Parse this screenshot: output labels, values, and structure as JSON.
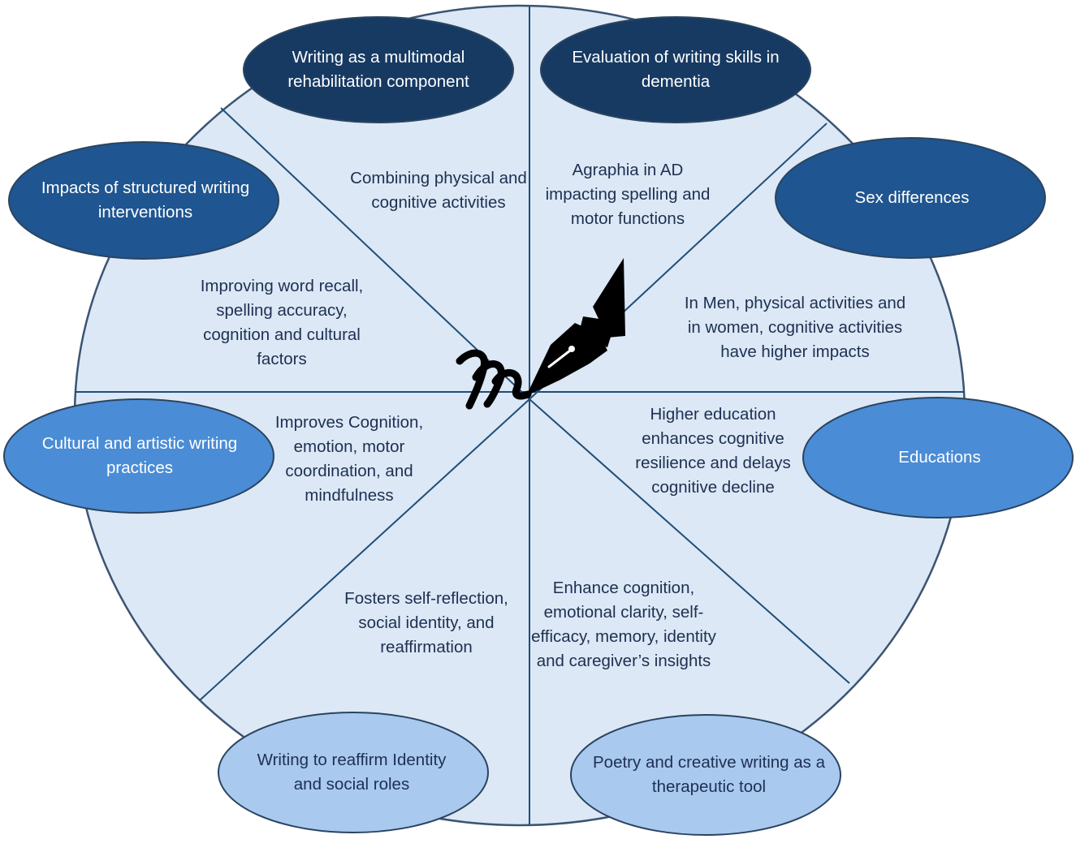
{
  "colors": {
    "circle_fill": "#dce8f5",
    "circle_stroke": "#3b5473",
    "divider_line": "#1f4e79",
    "text_dark": "#1e2f52",
    "text_light": "#ffffff",
    "ellipse_darkest": "#173a63",
    "ellipse_dark": "#1f5590",
    "ellipse_medium": "#4a8cd6",
    "ellipse_light": "#a9c9ef"
  },
  "center_icon": "fountain-pen-signature-icon",
  "themes": [
    {
      "label": "Writing as a multimodal rehabilitation component",
      "finding": "Combining physical and cognitive activities",
      "color": "#173a63"
    },
    {
      "label": "Evaluation of writing skills in dementia",
      "finding": "Agraphia in AD impacting spelling and motor functions",
      "color": "#173a63"
    },
    {
      "label": "Sex differences",
      "finding": "In Men, physical activities and in women, cognitive activities have higher impacts",
      "color": "#1f5590"
    },
    {
      "label": "Educations",
      "finding": "Higher education enhances cognitive resilience and delays cognitive decline",
      "color": "#4a8cd6"
    },
    {
      "label": "Poetry and creative writing as a therapeutic tool",
      "finding": "Enhance cognition, emotional clarity, self-efficacy, memory, identity and caregiver’s insights",
      "color": "#a9c9ef"
    },
    {
      "label": "Writing to reaffirm Identity and social roles",
      "finding": "Fosters self-reflection, social identity, and reaffirmation",
      "color": "#a9c9ef"
    },
    {
      "label": "Cultural and artistic writing practices",
      "finding": "Improves Cognition, emotion, motor coordination, and mindfulness",
      "color": "#4a8cd6"
    },
    {
      "label": "Impacts of structured writing interventions",
      "finding": "Improving word recall, spelling accuracy, cognition and cultural factors",
      "color": "#1f5590"
    }
  ]
}
